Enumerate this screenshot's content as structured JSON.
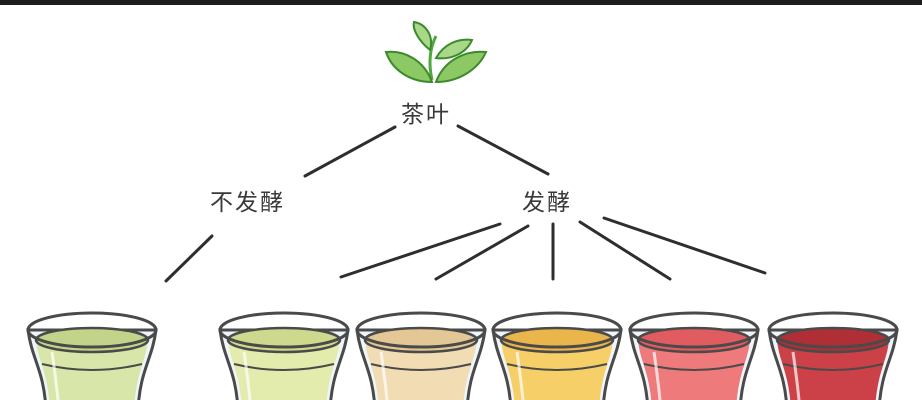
{
  "root": {
    "label": "茶叶",
    "icon": "tea-leaf-icon"
  },
  "branches": [
    {
      "key": "unfermented",
      "label": "不发酵"
    },
    {
      "key": "fermented",
      "label": "发酵"
    }
  ],
  "cups": [
    {
      "branch": "unfermented",
      "liquid_color": "#d9e6a9",
      "liquid_dark": "#c2d48a"
    },
    {
      "branch": "fermented",
      "liquid_color": "#e3ebad",
      "liquid_dark": "#cfd98e"
    },
    {
      "branch": "fermented",
      "liquid_color": "#f1dcb4",
      "liquid_dark": "#e3c795"
    },
    {
      "branch": "fermented",
      "liquid_color": "#f6cf68",
      "liquid_dark": "#eab54a"
    },
    {
      "branch": "fermented",
      "liquid_color": "#ef7a7c",
      "liquid_dark": "#e05c61"
    },
    {
      "branch": "fermented",
      "liquid_color": "#cc4148",
      "liquid_dark": "#b02e36"
    }
  ],
  "colors": {
    "leaf_light": "#8cc864",
    "leaf_dark": "#4fa83a",
    "line": "#2e2e2e",
    "cup_rim": "#4a4a4a",
    "glass": "#eef6fb"
  }
}
